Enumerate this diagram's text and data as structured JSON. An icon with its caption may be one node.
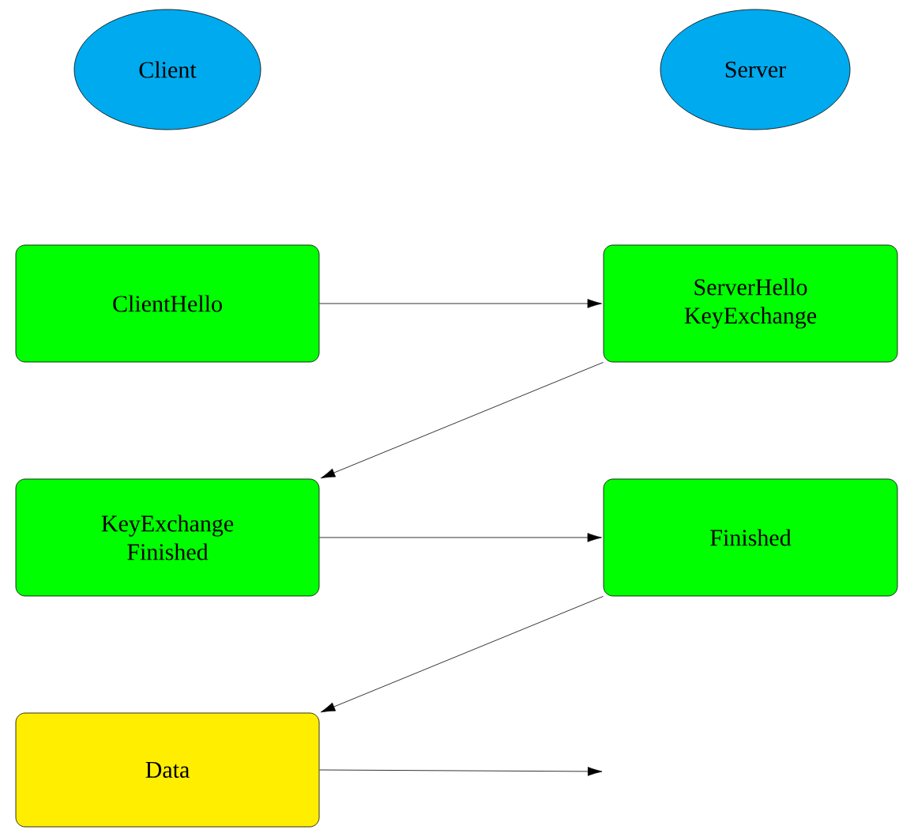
{
  "diagram": {
    "nodes": [
      {
        "text": [
          "Client"
        ]
      },
      {
        "text": [
          "Server"
        ]
      },
      {
        "text": [
          "ClientHello"
        ]
      },
      {
        "text": [
          "ServerHello KeyExchange"
        ]
      },
      {
        "text": [
          "KeyExchange Finished"
        ]
      },
      {
        "text": [
          "Finished"
        ]
      },
      {
        "text": [
          "Data"
        ]
      }
    ],
    "edges": [
      {
        "from": 2,
        "to": 3,
        "arrow": "to"
      },
      {
        "from": 3,
        "to": 4,
        "arrow": "to"
      },
      {
        "from": 4,
        "to": 5,
        "arrow": "to"
      },
      {
        "from": 5,
        "to": 6,
        "arrow": "to"
      },
      {
        "from": 6,
        "to": null,
        "arrow": "to"
      }
    ]
  }
}
